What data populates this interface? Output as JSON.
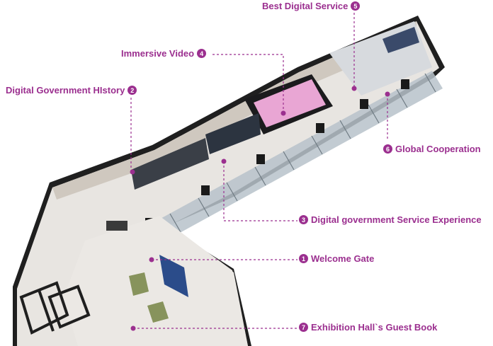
{
  "colors": {
    "accent": "#9b2f8f",
    "wall": "#2a2a2a",
    "floor": "#e9e6e3",
    "glass": "#b9c4cc"
  },
  "zones": [
    {
      "number": "1",
      "title": "Welcome Gate"
    },
    {
      "number": "2",
      "title": "Digital Government HIstory"
    },
    {
      "number": "3",
      "title": "Digital government Service Experience"
    },
    {
      "number": "4",
      "title": "Immersive Video"
    },
    {
      "number": "5",
      "title": "Best Digital Service"
    },
    {
      "number": "6",
      "title": "Global Cooperation"
    },
    {
      "number": "7",
      "title": "Exhibition Hall`s Guest Book"
    }
  ]
}
